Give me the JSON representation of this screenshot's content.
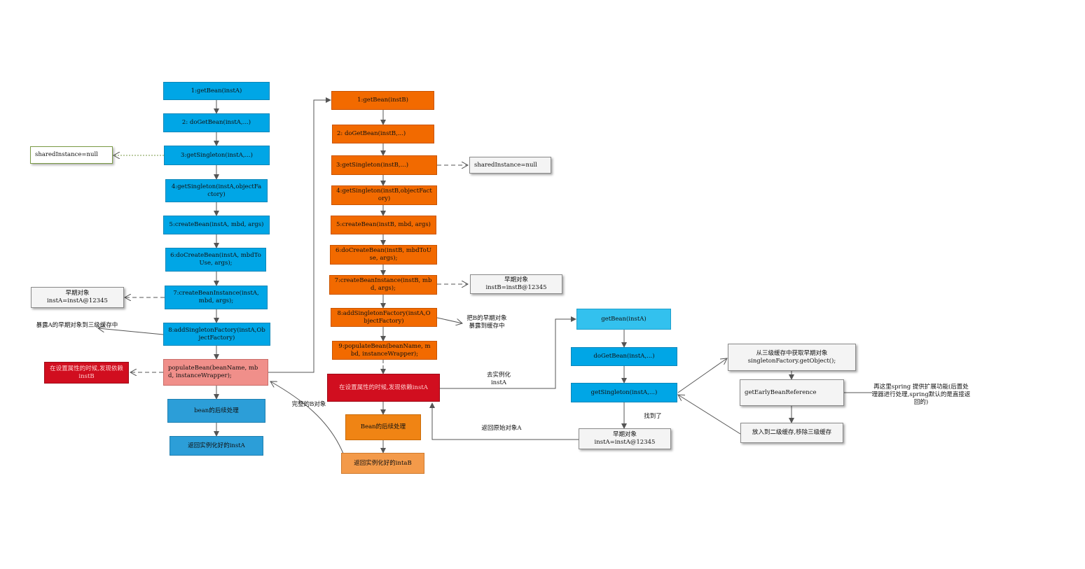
{
  "colors": {
    "blue": "#00a6e6",
    "orange": "#f26a00",
    "red": "#d10e1f",
    "pink": "#f08f8a",
    "arrow": "#555555",
    "dotted_green": "#7a9a45"
  },
  "left_flow": {
    "step1": "1:getBean(instA)",
    "step2": "2: doGetBean(instA,...)",
    "step3": "3:getSingleton(instA,...)",
    "step4": "4:getSingleton(instA,objectFactory)",
    "step5": "5:createBean(instA, mbd, args)",
    "step6": "6:doCreateBean(instA, mbdToUse, args);",
    "step7": "7:createBeanInstance(instA, mbd, args);",
    "step8": "8:addSingletonFactory(instA,ObjectFactory)",
    "populate": "populateBean(beanName, mbd, instanceWrapper);",
    "post": "bean的后续处理",
    "return": "返回实例化好的instA",
    "shared_null": "sharedInstance=null",
    "early_obj": "早期对象\ninstA=instA@12345",
    "expose_note": "暴露A的早期对象到三级缓存中",
    "found_dep": "在设置属性的时候,发现依赖instB"
  },
  "middle_flow": {
    "step1": "1:getBean(instB)",
    "step2": "2: doGetBean(instB,...)",
    "step3": "3:getSingleton(instB,...)",
    "step4": "4:getSingleton(instB,objectFactory)",
    "step5": "5:createBean(instB, mbd, args)",
    "step6": "6:doCreateBean(instB, mbdToUse, args);",
    "step7": "7:createBeanInstance(instB, mbd, args);",
    "step8": "8:addSingletonFactory(instA,ObjectFactory)",
    "step9": "9:populateBean(beanName, mbd, instanceWrapper);",
    "found_dep": "在设置属性的时候,发现依赖instA",
    "post": "Bean的后续处理",
    "return": "返回实例化好的intaB",
    "shared_null": "sharedInstance=null",
    "early_obj": "早期对象\ninstB=instB@12345",
    "expose_note": "把B的早期对象\n暴露到缓存中",
    "complete_b": "完整的B对象"
  },
  "right_flow": {
    "getbean": "getBean(instA)",
    "dogetbean": "doGetBean(instA,...)",
    "getsingleton": "getSingleton(instA,...)",
    "early_obj": "早期对象\ninstA=instA@12345",
    "to_instantiate": "去实例化\ninstA",
    "return_raw": "返回原始对象A",
    "found": "找到了",
    "from_cache3": "从三级缓存中获取早期对象\nsingletonFactory.getObject();",
    "get_early_ref": "getEarlyBeanReference",
    "put_cache2": "放入到二级缓存,移除三级缓存",
    "extension_note": "再这里spring 提供扩展功能(后置处理器进行处理,spring默认的是直接返回的)"
  }
}
